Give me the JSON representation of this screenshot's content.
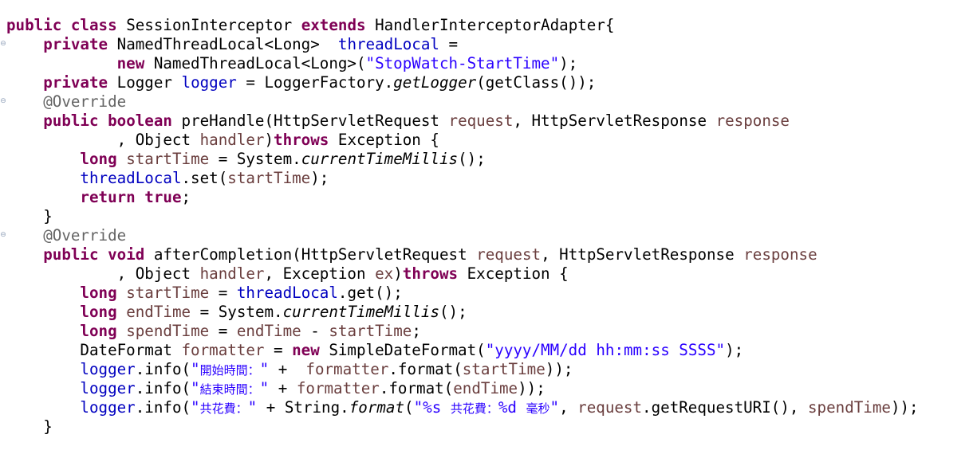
{
  "colors": {
    "background": "#ffffff",
    "keyword": "#7f0055",
    "field": "#0000c0",
    "string": "#2a00ff",
    "parameter": "#6a3e3e",
    "annotation": "#646464",
    "plain": "#000000"
  },
  "editor": {
    "fold_markers": [
      "fold-collapse-icon",
      "fold-collapse-icon",
      "fold-collapse-icon"
    ],
    "lines": [
      [
        {
          "t": "public",
          "c": "kw"
        },
        {
          "t": " "
        },
        {
          "t": "class",
          "c": "kw"
        },
        {
          "t": " SessionInterceptor "
        },
        {
          "t": "extends",
          "c": "kw"
        },
        {
          "t": " HandlerInterceptorAdapter{"
        }
      ],
      [
        {
          "t": "    "
        },
        {
          "t": "private",
          "c": "kw"
        },
        {
          "t": " NamedThreadLocal<Long>  "
        },
        {
          "t": "threadLocal",
          "c": "field"
        },
        {
          "t": " ="
        }
      ],
      [
        {
          "t": "            "
        },
        {
          "t": "new",
          "c": "kw"
        },
        {
          "t": " NamedThreadLocal<Long>("
        },
        {
          "t": "\"StopWatch-StartTime\"",
          "c": "str"
        },
        {
          "t": ");"
        }
      ],
      [
        {
          "t": "    "
        },
        {
          "t": "private",
          "c": "kw"
        },
        {
          "t": " Logger "
        },
        {
          "t": "logger",
          "c": "field"
        },
        {
          "t": " = LoggerFactory."
        },
        {
          "t": "getLogger",
          "c": "it"
        },
        {
          "t": "(getClass());"
        }
      ],
      [
        {
          "t": "    "
        },
        {
          "t": "@Override",
          "c": "ann"
        }
      ],
      [
        {
          "t": "    "
        },
        {
          "t": "public",
          "c": "kw"
        },
        {
          "t": " "
        },
        {
          "t": "boolean",
          "c": "kw"
        },
        {
          "t": " preHandle(HttpServletRequest "
        },
        {
          "t": "request",
          "c": "param"
        },
        {
          "t": ", HttpServletResponse "
        },
        {
          "t": "response",
          "c": "param"
        }
      ],
      [
        {
          "t": "            , Object "
        },
        {
          "t": "handler",
          "c": "param"
        },
        {
          "t": ")"
        },
        {
          "t": "throws",
          "c": "kw"
        },
        {
          "t": " Exception {"
        }
      ],
      [
        {
          "t": "        "
        },
        {
          "t": "long",
          "c": "kw"
        },
        {
          "t": " "
        },
        {
          "t": "startTime",
          "c": "param"
        },
        {
          "t": " = System."
        },
        {
          "t": "currentTimeMillis",
          "c": "it"
        },
        {
          "t": "();"
        }
      ],
      [
        {
          "t": "        "
        },
        {
          "t": "threadLocal",
          "c": "field"
        },
        {
          "t": ".set("
        },
        {
          "t": "startTime",
          "c": "param"
        },
        {
          "t": ");"
        }
      ],
      [
        {
          "t": "        "
        },
        {
          "t": "return",
          "c": "kw"
        },
        {
          "t": " "
        },
        {
          "t": "true",
          "c": "kw"
        },
        {
          "t": ";"
        }
      ],
      [
        {
          "t": "    }"
        }
      ],
      [
        {
          "t": "    "
        },
        {
          "t": "@Override",
          "c": "ann"
        }
      ],
      [
        {
          "t": "    "
        },
        {
          "t": "public",
          "c": "kw"
        },
        {
          "t": " "
        },
        {
          "t": "void",
          "c": "kw"
        },
        {
          "t": " afterCompletion(HttpServletRequest "
        },
        {
          "t": "request",
          "c": "param"
        },
        {
          "t": ", HttpServletResponse "
        },
        {
          "t": "response",
          "c": "param"
        }
      ],
      [
        {
          "t": "            , Object "
        },
        {
          "t": "handler",
          "c": "param"
        },
        {
          "t": ", Exception "
        },
        {
          "t": "ex",
          "c": "param"
        },
        {
          "t": ")"
        },
        {
          "t": "throws",
          "c": "kw"
        },
        {
          "t": " Exception {"
        }
      ],
      [
        {
          "t": "        "
        },
        {
          "t": "long",
          "c": "kw"
        },
        {
          "t": " "
        },
        {
          "t": "startTime",
          "c": "param"
        },
        {
          "t": " = "
        },
        {
          "t": "threadLocal",
          "c": "field"
        },
        {
          "t": ".get();"
        }
      ],
      [
        {
          "t": "        "
        },
        {
          "t": "long",
          "c": "kw"
        },
        {
          "t": " "
        },
        {
          "t": "endTime",
          "c": "param"
        },
        {
          "t": " = System."
        },
        {
          "t": "currentTimeMillis",
          "c": "it"
        },
        {
          "t": "();"
        }
      ],
      [
        {
          "t": "        "
        },
        {
          "t": "long",
          "c": "kw"
        },
        {
          "t": " "
        },
        {
          "t": "spendTime",
          "c": "param"
        },
        {
          "t": " = "
        },
        {
          "t": "endTime",
          "c": "param"
        },
        {
          "t": " - "
        },
        {
          "t": "startTime",
          "c": "param"
        },
        {
          "t": ";"
        }
      ],
      [
        {
          "t": "        DateFormat "
        },
        {
          "t": "formatter",
          "c": "param"
        },
        {
          "t": " = "
        },
        {
          "t": "new",
          "c": "kw"
        },
        {
          "t": " SimpleDateFormat("
        },
        {
          "t": "\"yyyy/MM/dd hh:mm:ss SSSS\"",
          "c": "str"
        },
        {
          "t": ");"
        }
      ],
      [
        {
          "t": "        "
        },
        {
          "t": "logger",
          "c": "field"
        },
        {
          "t": ".info("
        },
        {
          "t": "\"",
          "c": "str"
        },
        {
          "t": "開始時間：",
          "c": "str cjk"
        },
        {
          "t": "\"",
          "c": "str"
        },
        {
          "t": " +  "
        },
        {
          "t": "formatter",
          "c": "param"
        },
        {
          "t": ".format("
        },
        {
          "t": "startTime",
          "c": "param"
        },
        {
          "t": "));"
        }
      ],
      [
        {
          "t": "        "
        },
        {
          "t": "logger",
          "c": "field"
        },
        {
          "t": ".info("
        },
        {
          "t": "\"",
          "c": "str"
        },
        {
          "t": "結束時間：",
          "c": "str cjk"
        },
        {
          "t": "\"",
          "c": "str"
        },
        {
          "t": " + "
        },
        {
          "t": "formatter",
          "c": "param"
        },
        {
          "t": ".format("
        },
        {
          "t": "endTime",
          "c": "param"
        },
        {
          "t": "));"
        }
      ],
      [
        {
          "t": "        "
        },
        {
          "t": "logger",
          "c": "field"
        },
        {
          "t": ".info("
        },
        {
          "t": "\"",
          "c": "str"
        },
        {
          "t": "共花費：",
          "c": "str cjk"
        },
        {
          "t": "\"",
          "c": "str"
        },
        {
          "t": " + String."
        },
        {
          "t": "format",
          "c": "it"
        },
        {
          "t": "("
        },
        {
          "t": "\"%s ",
          "c": "str"
        },
        {
          "t": "共花費：",
          "c": "str cjk"
        },
        {
          "t": "%d ",
          "c": "str"
        },
        {
          "t": "毫秒",
          "c": "str cjk"
        },
        {
          "t": "\"",
          "c": "str"
        },
        {
          "t": ", "
        },
        {
          "t": "request",
          "c": "param"
        },
        {
          "t": ".getRequestURI(), "
        },
        {
          "t": "spendTime",
          "c": "param"
        },
        {
          "t": "));"
        }
      ],
      [
        {
          "t": "    }"
        }
      ]
    ]
  }
}
